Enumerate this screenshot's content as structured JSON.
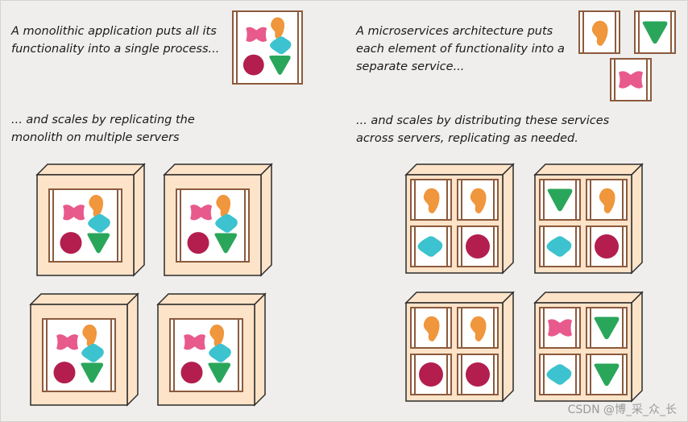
{
  "captions": {
    "monolith_intro": [
      "A monolithic application puts all its",
      "functionality into a single process..."
    ],
    "monolith_scale": [
      "... and scales by replicating the",
      "monolith on multiple servers"
    ],
    "micro_intro": [
      "A microservices architecture puts",
      "each element of functionality into a",
      "separate service..."
    ],
    "micro_scale": [
      "... and scales by distributing these services",
      "across servers, replicating as needed."
    ]
  },
  "watermark": "CSDN @博_采_众_长",
  "colors": {
    "background": "#efeeed",
    "box_outline": "#8c5a3c",
    "server_face": "#fde3c8",
    "server_outline": "#2b2b2b",
    "panel_fill": "#ffffff",
    "shape_orange": "#f0963c",
    "shape_pink": "#e8598c",
    "shape_cyan": "#3cc3cf",
    "shape_crimson": "#b31e4e",
    "shape_green": "#2aa65a"
  },
  "services": [
    "orange-blob",
    "pink-bowtie",
    "cyan-diamond",
    "crimson-circle",
    "green-triangle"
  ],
  "microservice_servers": [
    [
      "orange-blob",
      "orange-blob",
      "cyan-diamond",
      "crimson-circle"
    ],
    [
      "green-triangle",
      "orange-blob",
      "cyan-diamond",
      "crimson-circle"
    ],
    [
      "orange-blob",
      "orange-blob",
      "crimson-circle",
      "crimson-circle"
    ],
    [
      "pink-bowtie",
      "green-triangle",
      "cyan-diamond",
      "green-triangle"
    ]
  ]
}
